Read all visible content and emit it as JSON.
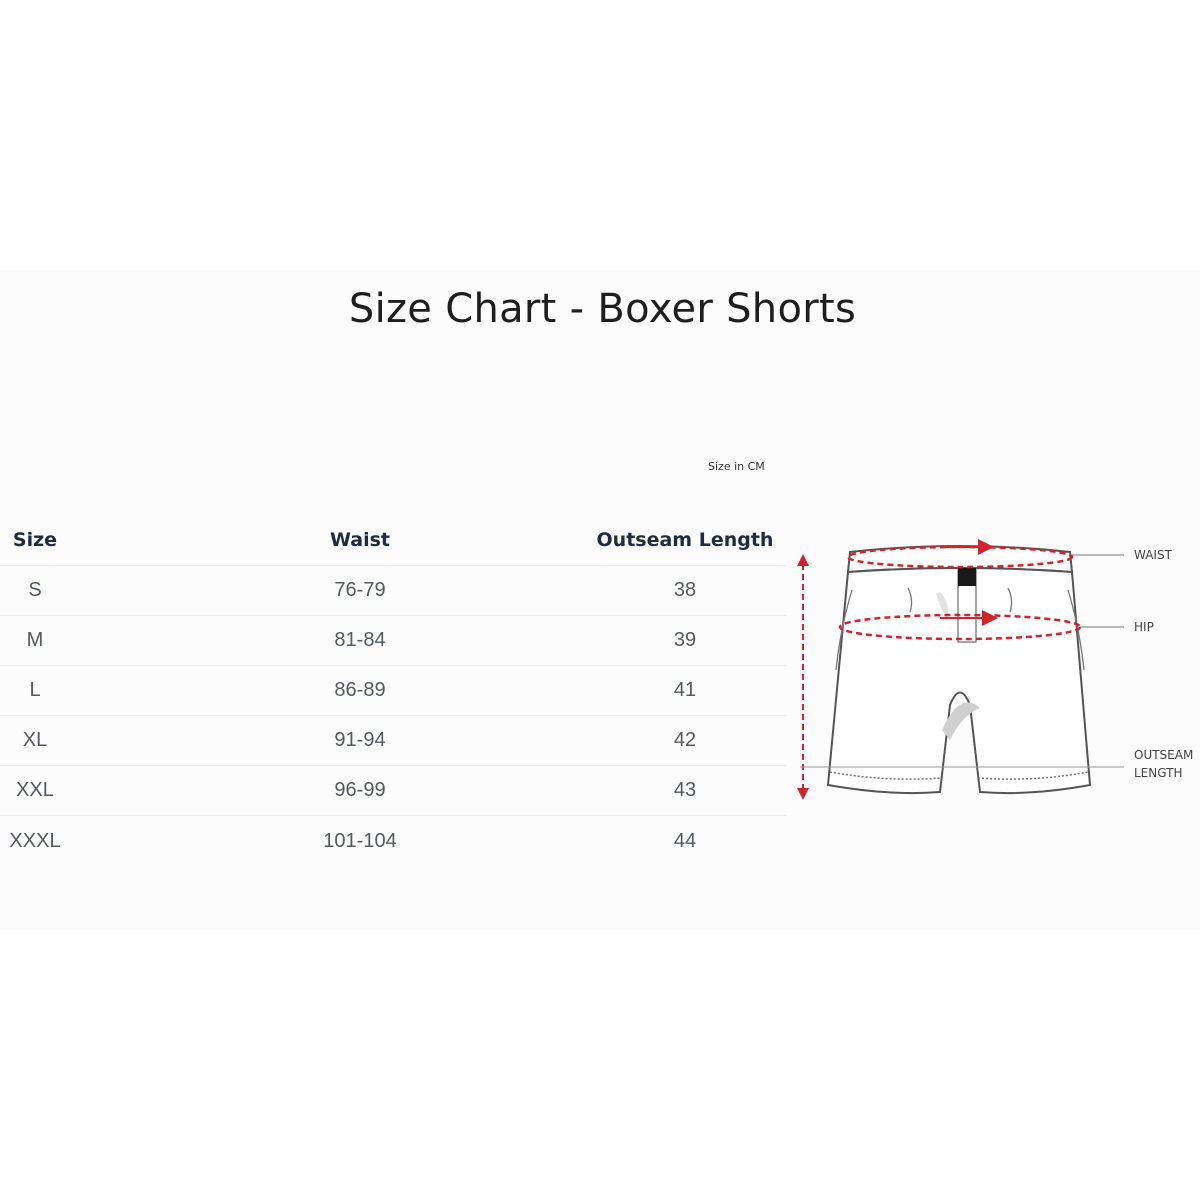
{
  "title": "Size Chart - Boxer Shorts",
  "unit_note": "Size in CM",
  "table": {
    "headers": [
      "Size",
      "Waist",
      "Outseam Length"
    ],
    "rows": [
      [
        "S",
        "76-79",
        "38"
      ],
      [
        "M",
        "81-84",
        "39"
      ],
      [
        "L",
        "86-89",
        "41"
      ],
      [
        "XL",
        "91-94",
        "42"
      ],
      [
        "XXL",
        "96-99",
        "43"
      ],
      [
        "XXXL",
        "101-104",
        "44"
      ]
    ]
  },
  "diagram": {
    "labels": {
      "waist": "WAIST",
      "hip": "HIP",
      "outseam_line1": "OUTSEAM",
      "outseam_line2": "LENGTH"
    },
    "colors": {
      "measure": "#d3232a",
      "outline": "#555555"
    }
  }
}
